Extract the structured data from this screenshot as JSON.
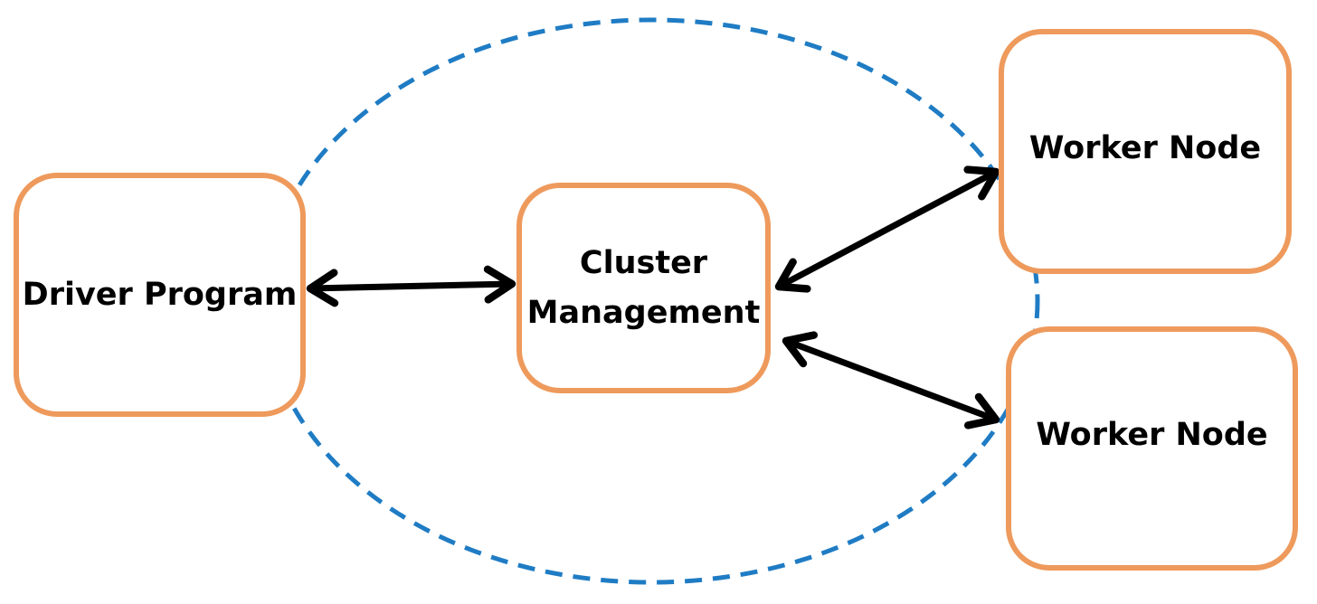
{
  "diagram": {
    "nodes": {
      "driver": {
        "label": "Driver Program"
      },
      "cluster": {
        "label_line1": "Cluster",
        "label_line2": "Management"
      },
      "worker_1": {
        "label": "Worker Node"
      },
      "worker_2": {
        "label": "Worker Node"
      }
    },
    "edges": [
      {
        "from": "driver",
        "to": "cluster",
        "style": "double-arrow"
      },
      {
        "from": "cluster",
        "to": "worker_1",
        "style": "double-arrow"
      },
      {
        "from": "cluster",
        "to": "worker_2",
        "style": "double-arrow"
      }
    ],
    "boundary": {
      "shape": "dashed-ellipse"
    },
    "colors": {
      "node_border": "#ee9a5c",
      "arrow": "#000000",
      "boundary": "#1f7cc4",
      "background": "#ffffff"
    }
  }
}
